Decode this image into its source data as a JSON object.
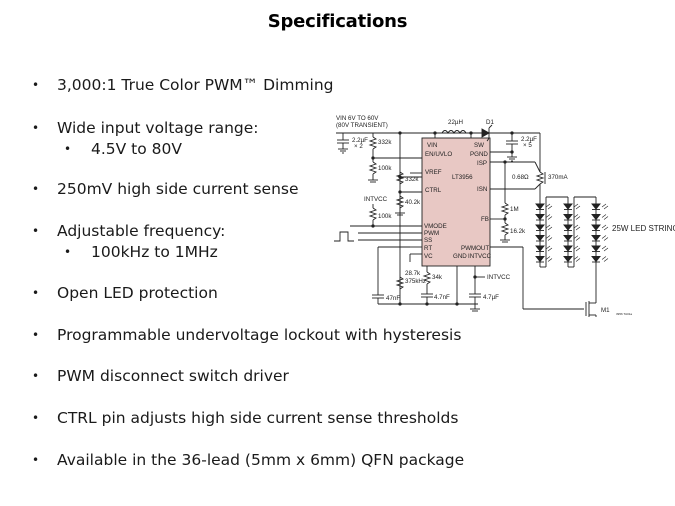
{
  "title": "Specifications",
  "bullets": [
    {
      "text": "3,000:1 True Color PWM™ Dimming"
    },
    {
      "text": "Wide input voltage range:",
      "sub": "4.5V to 80V"
    },
    {
      "text": "250mV high side current sense"
    },
    {
      "text": "Adjustable frequency:",
      "sub": "100kHz to 1MHz"
    },
    {
      "text": "Open LED protection"
    },
    {
      "text": "Programmable undervoltage lockout with hysteresis"
    },
    {
      "text": "PWM disconnect switch driver"
    },
    {
      "text": "CTRL pin adjusts high side current sense thresholds"
    },
    {
      "text": "Available in the 36-lead (5mm x 6mm) QFN package"
    }
  ],
  "bullet_glyph": "•",
  "schematic": {
    "ic_name": "LT3956",
    "ic_color": "#e8c8c4",
    "vin_label": "VIN 6V TO 60V",
    "vin_note": "(80V TRANSIENT)",
    "pins_left": [
      "VIN",
      "EN/UVLO",
      "VREF",
      "CTRL",
      "VMODE",
      "PWM",
      "SS",
      "RT",
      "VC"
    ],
    "pins_right": [
      "SW",
      "PGND",
      "ISP",
      "ISN",
      "FB",
      "PWMOUT"
    ],
    "pins_bottom": [
      "GND",
      "INTVCC"
    ],
    "inductor": "22µH",
    "diode": "D1",
    "cap_in": "2.2µF",
    "cap_in_mult": "× 2",
    "cap_out": "2.2µF",
    "cap_out_mult": "× 5",
    "r_332k_a": "332k",
    "r_100k_a": "100k",
    "r_332k_b": "332k",
    "r_40k2": "40.2k",
    "intvcc_label": "INTVCC",
    "r_100k_b": "100k",
    "r_sense": "0.68Ω",
    "sense_current": "370mA",
    "r_1m": "1M",
    "r_16k2": "16.2k",
    "cap_ss": "47nF",
    "r_rt": "28.7k",
    "freq": "375kHz",
    "r_vc": "34k",
    "cap_vc": "4.7nF",
    "intvcc_out": "INTVCC",
    "cap_intvcc": "4.7µF",
    "led_string_label": "25W LED STRING",
    "mosfet": "M1",
    "footnote": "3956 TA01a"
  }
}
